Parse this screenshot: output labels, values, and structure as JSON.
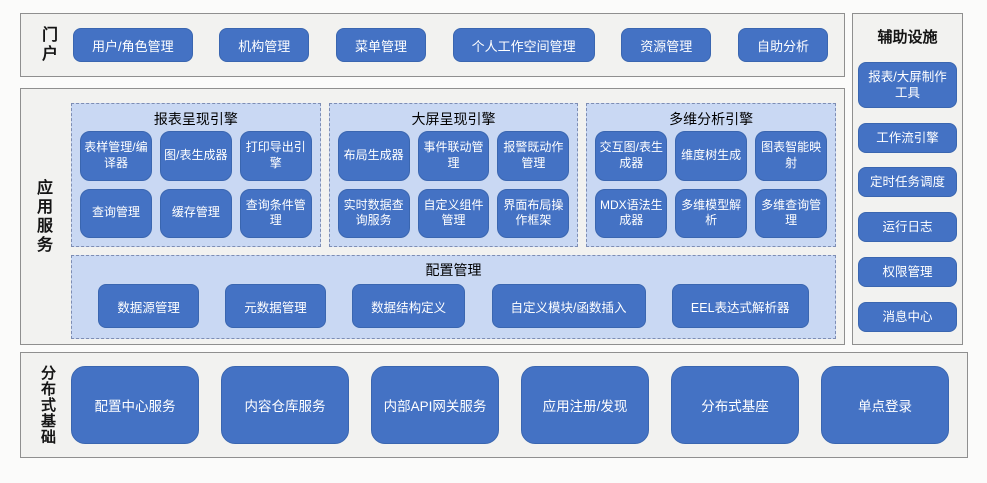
{
  "colors": {
    "button_fill": "#4472c4",
    "button_border": "#3a66b0",
    "button_text": "#ffffff",
    "panel_fill": "#c9d8f3",
    "panel_dash_border": "#7d8db4",
    "section_fill": "#f2f2f0",
    "section_border": "#8f8f8f"
  },
  "sections": {
    "portal": {
      "label": "门户",
      "buttons": [
        "用户/角色管理",
        "机构管理",
        "菜单管理",
        "个人工作空间管理",
        "资源管理",
        "自助分析"
      ]
    },
    "app_services": {
      "label": "应用服务",
      "engines": [
        {
          "title": "报表呈现引擎",
          "buttons": [
            "表样管理/编译器",
            "图/表生成器",
            "打印导出引擎",
            "查询管理",
            "缓存管理",
            "查询条件管理"
          ]
        },
        {
          "title": "大屏呈现引擎",
          "buttons": [
            "布局生成器",
            "事件联动管理",
            "报警既动作管理",
            "实时数据查询服务",
            "自定义组件管理",
            "界面布局操作框架"
          ]
        },
        {
          "title": "多维分析引擎",
          "buttons": [
            "交互图/表生成器",
            "维度树生成",
            "图表智能映射",
            "MDX语法生成器",
            "多维模型解析",
            "多维查询管理"
          ]
        }
      ],
      "config": {
        "title": "配置管理",
        "buttons": [
          "数据源管理",
          "元数据管理",
          "数据结构定义",
          "自定义模块/函数插入",
          "EEL表达式解析器"
        ]
      }
    },
    "auxiliary": {
      "label": "辅助设施",
      "buttons": [
        "报表/大屏制作工具",
        "工作流引擎",
        "定时任务调度",
        "运行日志",
        "权限管理",
        "消息中心"
      ]
    },
    "distributed": {
      "label": "分布式基础",
      "buttons": [
        "配置中心服务",
        "内容仓库服务",
        "内部API网关服务",
        "应用注册/发现",
        "分布式基座",
        "单点登录"
      ]
    }
  }
}
